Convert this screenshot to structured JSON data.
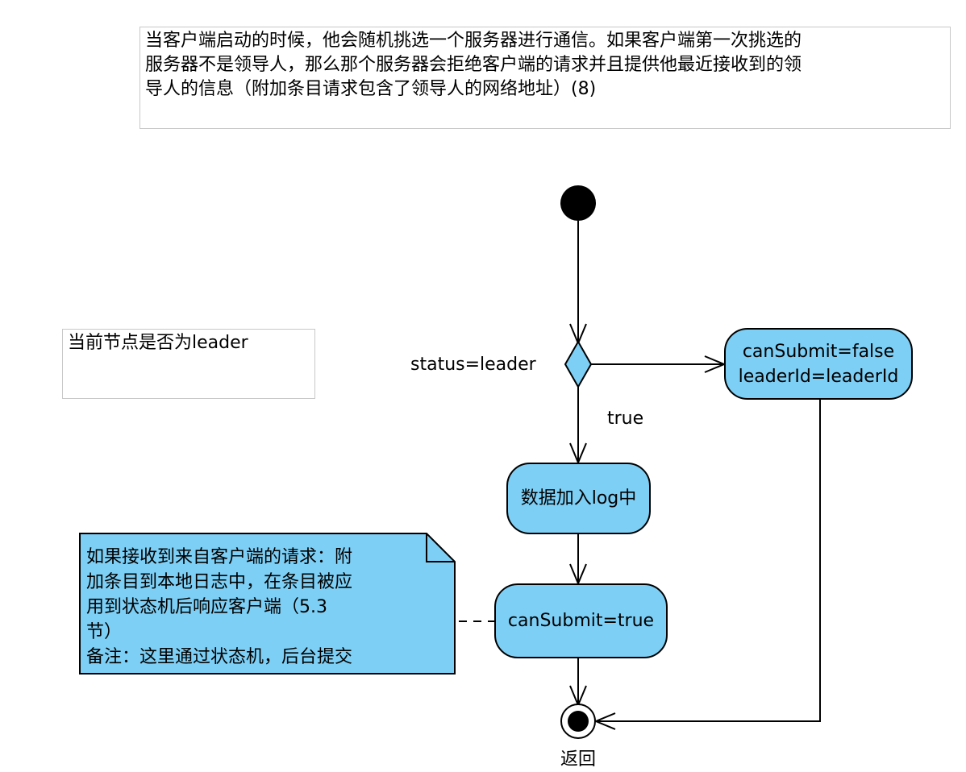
{
  "intro_note": {
    "text": "当客户端启动的时候，他会随机挑选一个服务器进行通信。如果客户端第一次挑选的\n服务器不是领导人，那么那个服务器会拒绝客户端的请求并且提供他最近接收到的领\n导人的信息（附加条目请求包含了领导人的网络地址）(8)"
  },
  "leader_check_note": {
    "text": "当前节点是否为leader"
  },
  "decision": {
    "condition_label": "status=leader",
    "true_label": "true"
  },
  "actions": {
    "not_leader": "canSubmit=false\nleaderId=leaderId",
    "append_log": "数据加入log中",
    "submit_true": "canSubmit=true"
  },
  "side_note": {
    "text": "如果接收到来自客户端的请求：附\n加条目到本地日志中，在条目被应\n用到状态机后响应客户端（5.3\n节）\n备注：这里通过状态机，后台提交"
  },
  "final": {
    "label": "返回"
  },
  "colors": {
    "action_fill": "#7dcff5",
    "note_fill": "#7dcff5",
    "stroke": "#000000"
  }
}
